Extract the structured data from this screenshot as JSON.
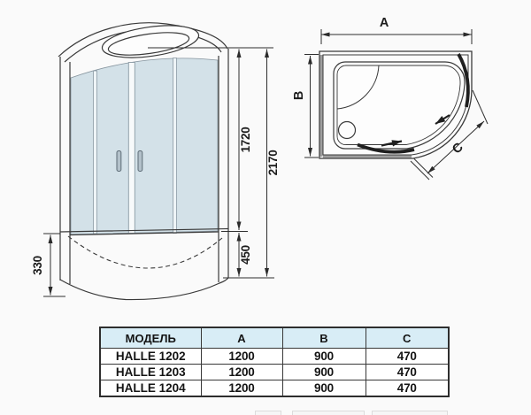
{
  "drawing": {
    "front_view": {
      "door_height": "1720",
      "total_height": "2170",
      "tray_height": "450",
      "tray_depth": "330"
    },
    "top_view": {
      "label_a": "A",
      "label_b": "B",
      "label_c": "C"
    }
  },
  "table": {
    "headers": [
      "МОДЕЛЬ",
      "A",
      "B",
      "C"
    ],
    "rows": [
      {
        "model": "HALLE 1202",
        "a": "1200",
        "b": "900",
        "c": "470"
      },
      {
        "model": "HALLE 1203",
        "a": "1200",
        "b": "900",
        "c": "470"
      },
      {
        "model": "HALLE 1204",
        "a": "1200",
        "b": "900",
        "c": "470"
      }
    ]
  },
  "colors": {
    "glass": "#d3e1e8",
    "line": "#3a3a3a",
    "dimension_line": "#2e2e2e",
    "table_header_bg": "#d8edf6",
    "wall_gray": "#9e9e9e",
    "door_black": "#1f1f1f"
  }
}
